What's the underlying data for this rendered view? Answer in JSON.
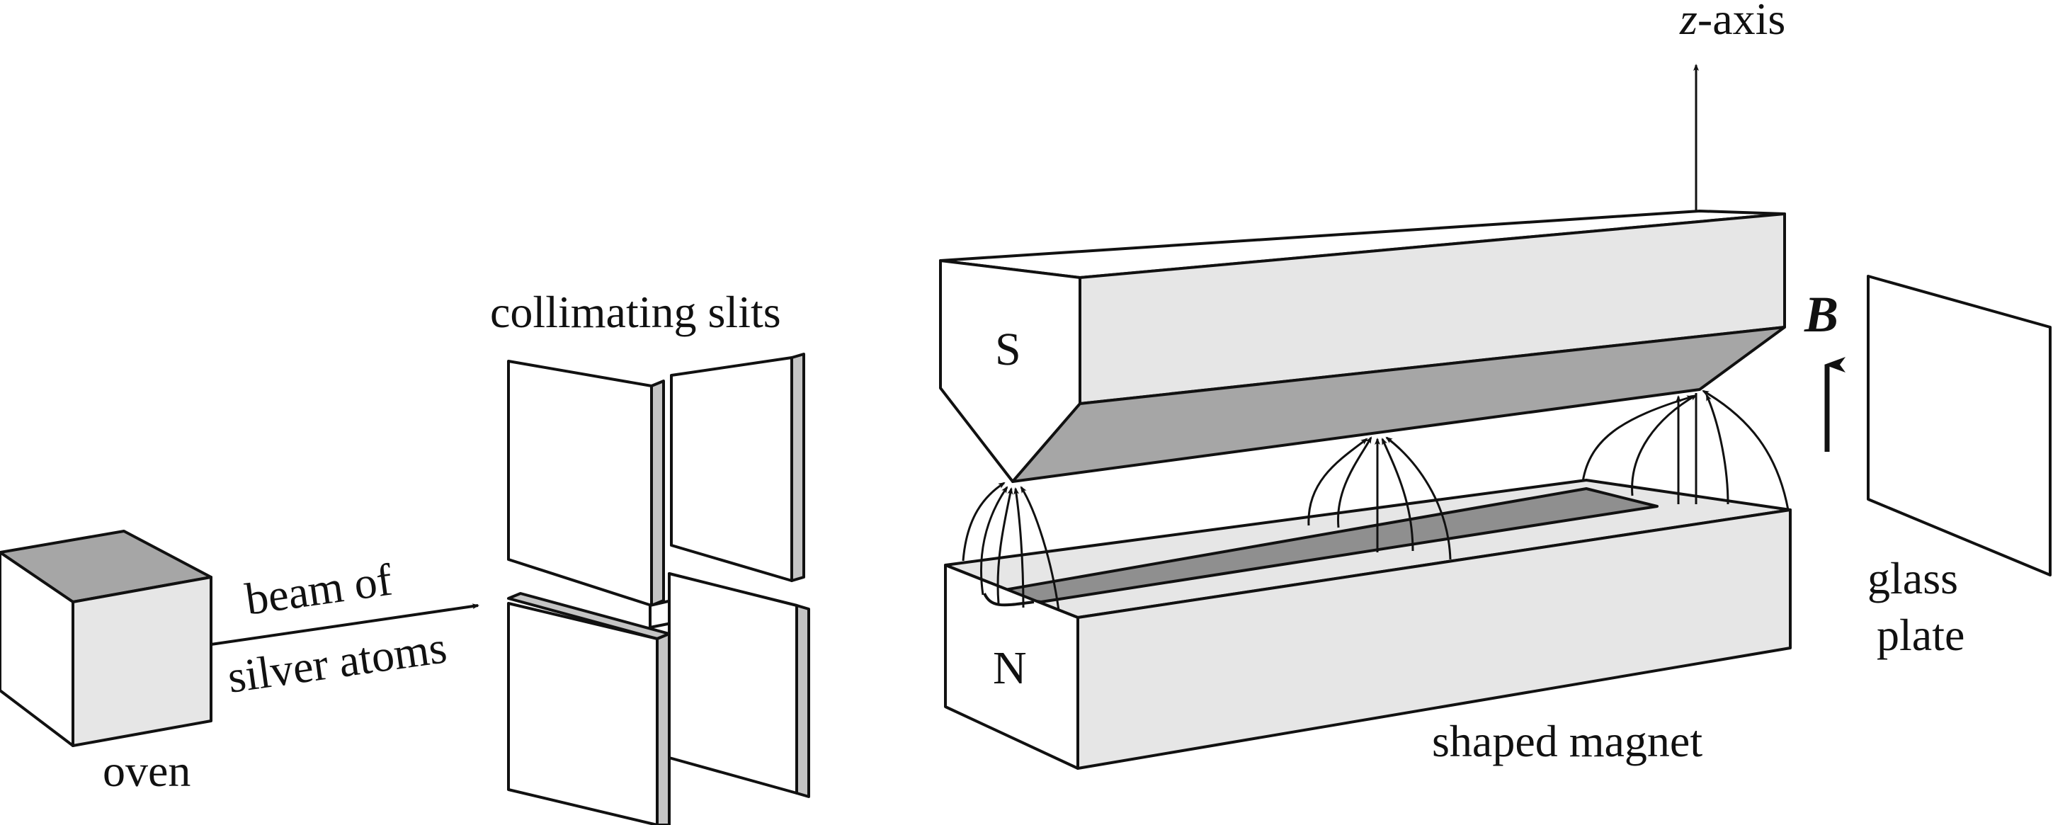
{
  "labels": {
    "oven": "oven",
    "beam_line1": "beam of",
    "beam_line2": "silver atoms",
    "collimating_slits": "collimating slits",
    "z_axis_var": "z",
    "z_axis_rest": "-axis",
    "pole_south": "S",
    "pole_north": "N",
    "field_symbol": "B",
    "glass_line1": "glass",
    "glass_line2": "plate",
    "shaped_magnet": "shaped magnet"
  },
  "colors": {
    "stroke": "#111111",
    "face_light": "#e6e6e6",
    "face_mid": "#c4c4c4",
    "face_dark": "#a6a6a6",
    "face_groove": "#8f8f8f",
    "background": "#ffffff"
  }
}
